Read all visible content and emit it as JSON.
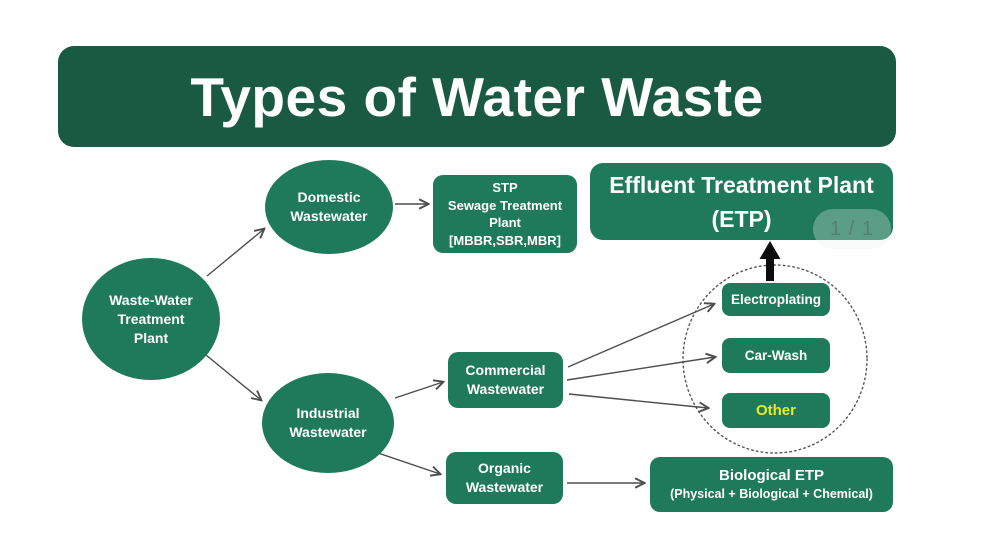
{
  "title": "Types of Water Waste",
  "colors": {
    "banner": "#1b5a42",
    "node": "#1f7a5b",
    "other_label": "#e4ec28",
    "arrow": "#4d4d4d",
    "black_arrow": "#0d0d0d"
  },
  "overlay": {
    "page_indicator": "1 / 1"
  },
  "nodes": {
    "root": {
      "lines": [
        "Waste-Water",
        "Treatment",
        "Plant"
      ]
    },
    "domestic": {
      "lines": [
        "Domestic",
        "Wastewater"
      ]
    },
    "industrial": {
      "lines": [
        "Industrial",
        "Wastewater"
      ]
    },
    "stp": {
      "lines": [
        "STP",
        "Sewage Treatment",
        "Plant",
        "[MBBR,SBR,MBR]"
      ]
    },
    "etp": {
      "lines": [
        "Effluent Treatment Plant",
        "(ETP)"
      ]
    },
    "commercial": {
      "lines": [
        "Commercial",
        "Wastewater"
      ]
    },
    "organic": {
      "lines": [
        "Organic",
        "Wastewater"
      ]
    },
    "electroplating": {
      "label": "Electroplating"
    },
    "carwash": {
      "label": "Car-Wash"
    },
    "other": {
      "label": "Other"
    },
    "biological": {
      "lines": [
        "Biological ETP",
        "(Physical + Biological + Chemical)"
      ]
    }
  },
  "edges": [
    {
      "from": "root",
      "to": "domestic"
    },
    {
      "from": "root",
      "to": "industrial"
    },
    {
      "from": "domestic",
      "to": "stp"
    },
    {
      "from": "industrial",
      "to": "commercial"
    },
    {
      "from": "industrial",
      "to": "organic"
    },
    {
      "from": "commercial",
      "to": "electroplating"
    },
    {
      "from": "commercial",
      "to": "carwash"
    },
    {
      "from": "commercial",
      "to": "other"
    },
    {
      "from": "organic",
      "to": "biological"
    },
    {
      "from": "commercial-group",
      "to": "etp"
    }
  ]
}
